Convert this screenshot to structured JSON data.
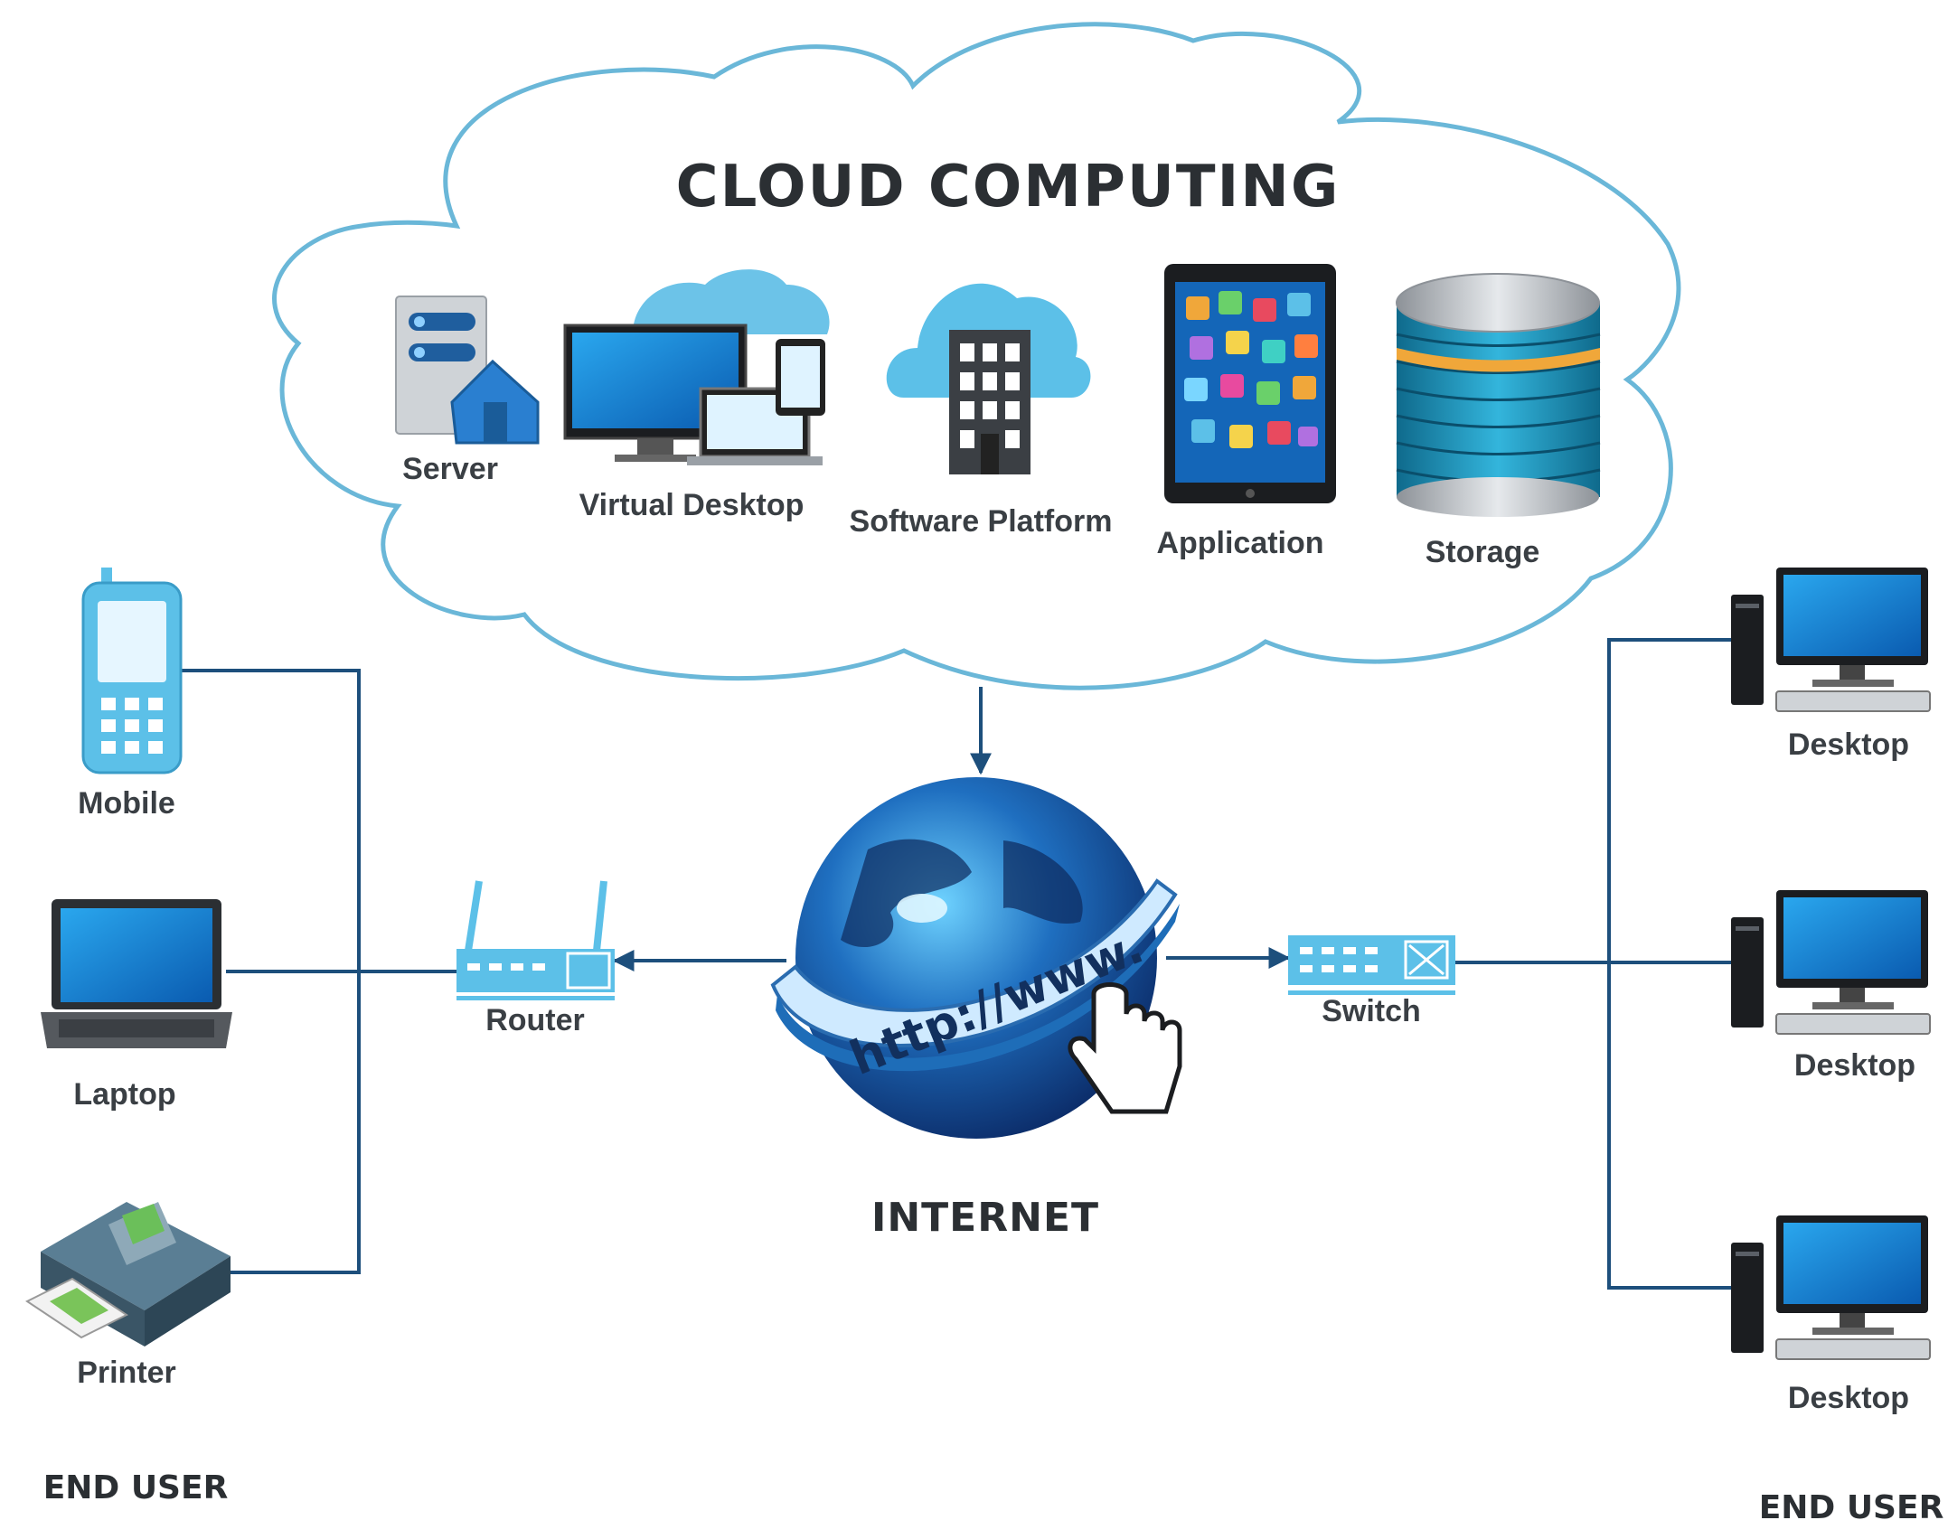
{
  "title": "CLOUD COMPUTING",
  "colors": {
    "line": "#1d4f7c",
    "cloud_stroke": "#6ab7d8",
    "icon_blue": "#5cc0e8",
    "icon_dark": "#3b3f44",
    "label": "#3a3f44"
  },
  "cloud_services": [
    {
      "label": "Server",
      "icon": "server-icon"
    },
    {
      "label": "Virtual Desktop",
      "icon": "virtual-desktop-icon"
    },
    {
      "label": "Software Platform",
      "icon": "software-platform-icon"
    },
    {
      "label": "Application",
      "icon": "application-tablet-icon"
    },
    {
      "label": "Storage",
      "icon": "storage-database-icon"
    }
  ],
  "internet": {
    "label": "INTERNET",
    "url_text": "http://www."
  },
  "router": {
    "label": "Router"
  },
  "switch": {
    "label": "Switch"
  },
  "left_devices": [
    {
      "label": "Mobile",
      "icon": "mobile-phone-icon"
    },
    {
      "label": "Laptop",
      "icon": "laptop-icon"
    },
    {
      "label": "Printer",
      "icon": "printer-icon"
    }
  ],
  "right_devices": [
    {
      "label": "Desktop",
      "icon": "desktop-computer-icon"
    },
    {
      "label": "Desktop",
      "icon": "desktop-computer-icon"
    },
    {
      "label": "Desktop",
      "icon": "desktop-computer-icon"
    }
  ],
  "end_user_left": "END USER",
  "end_user_right": "END USER"
}
